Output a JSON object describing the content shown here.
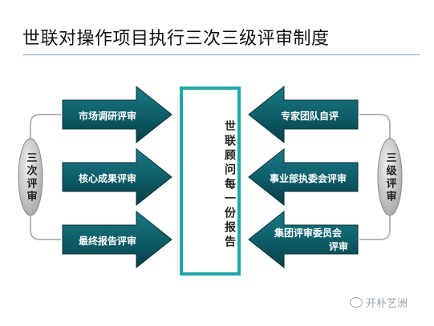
{
  "title": "世联对操作项目执行三次三级评审制度",
  "left_group": {
    "label": "三次评审",
    "items": [
      "市场调研评审",
      "核心成果评审",
      "最终报告评审"
    ]
  },
  "right_group": {
    "label": "三级评审",
    "items": [
      {
        "line1": "专家团队自评",
        "line2": ""
      },
      {
        "line1": "事业部执委会评审",
        "line2": ""
      },
      {
        "line1": "集团评审委员会",
        "line2": "评审"
      }
    ]
  },
  "center": {
    "text": "世联顾问每一份报告"
  },
  "watermark": {
    "text": "开朴艺洲"
  },
  "colors": {
    "arrow_fill": "#0e5f6a",
    "arrow_dark": "#073e46",
    "center_border": "#20a8a8",
    "ellipse_fill": "#c8c8c8",
    "bracket": "#b7b7b7",
    "title_rule": "#7f9fbf"
  }
}
